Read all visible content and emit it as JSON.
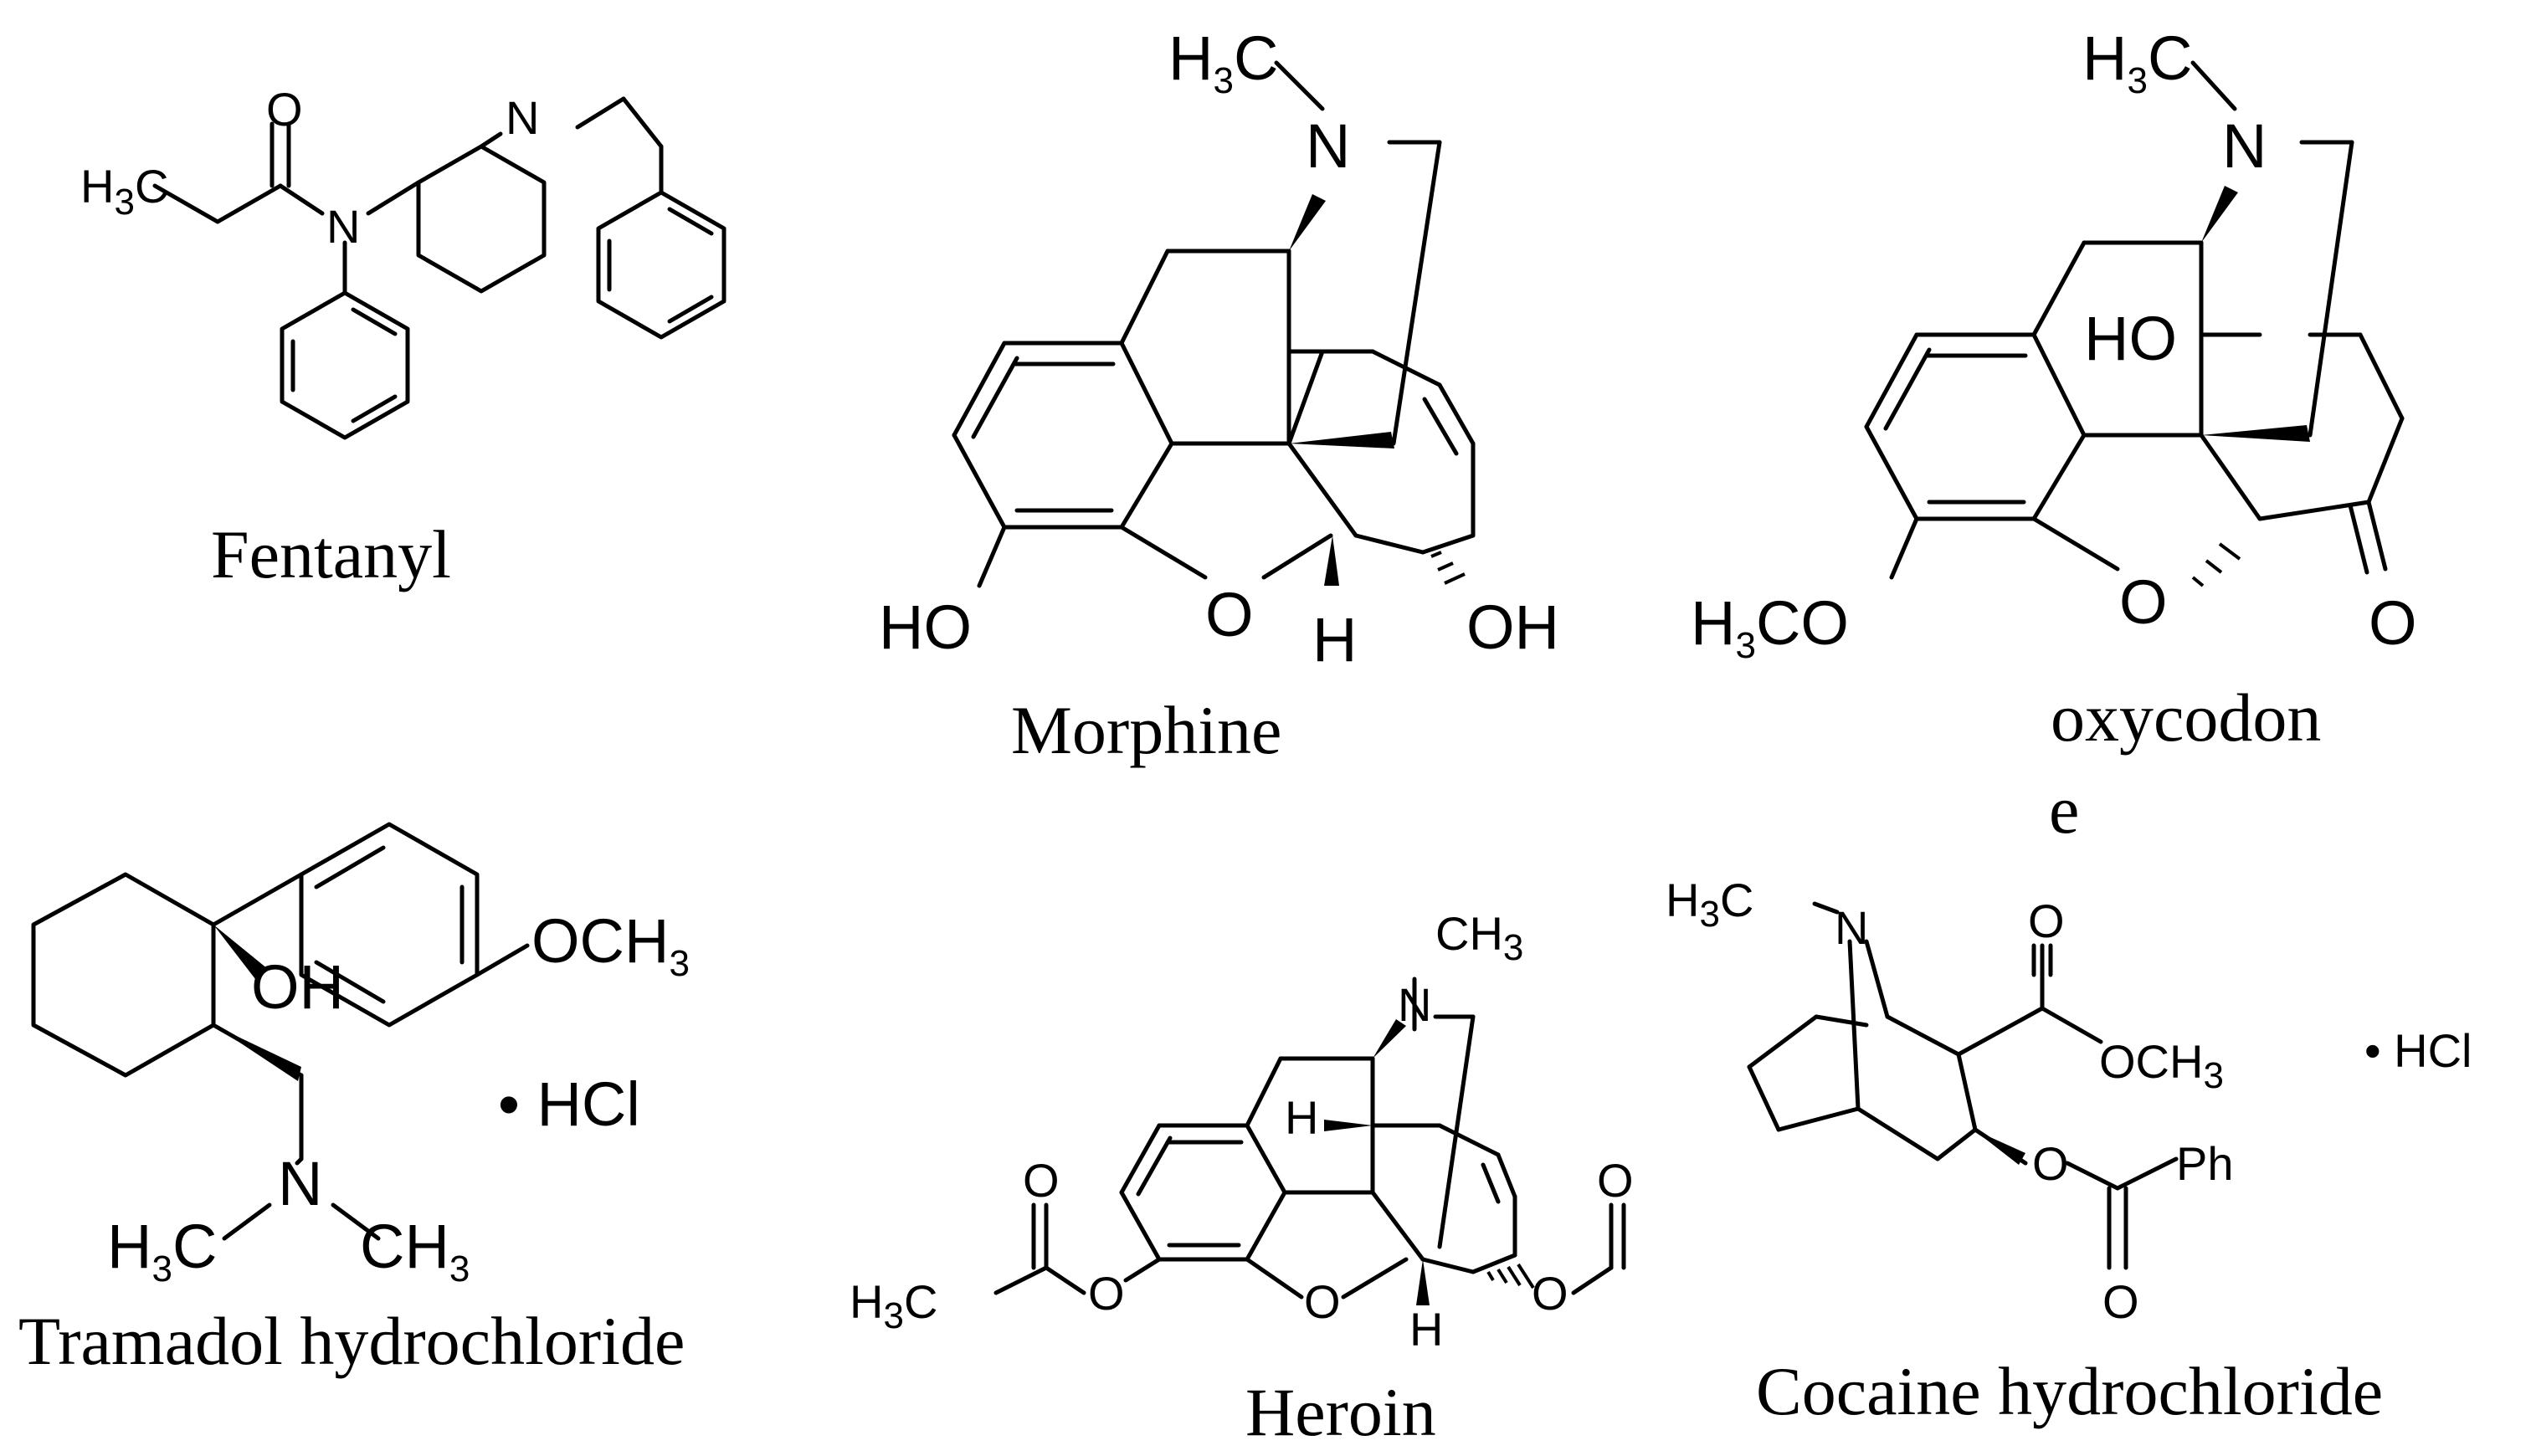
{
  "captions": {
    "fentanyl": "Fentanyl",
    "morphine": "Morphine",
    "oxycodone_line1": "oxycodon",
    "oxycodone_line2": "e",
    "tramadol": "Tramadol hydrochloride",
    "heroin": "Heroin",
    "cocaine": "Cocaine hydrochloride"
  },
  "atoms": {
    "fentanyl": {
      "h3c": "H",
      "h3c_sub": "3",
      "h3c_c": "C",
      "o": "O",
      "n_amide": "N",
      "n_ring": "N"
    },
    "morphine": {
      "h3c": "H",
      "h3c_sub": "3",
      "h3c_c": "C",
      "n": "N",
      "ho": "HO",
      "o": "O",
      "h": "H",
      "oh": "OH"
    },
    "oxycodone": {
      "h3c": "H",
      "h3c_sub": "3",
      "h3c_c": "C",
      "n": "N",
      "ho": "HO",
      "h3co": "H",
      "h3co_sub": "3",
      "h3co_co": "CO",
      "o_ring": "O",
      "o_keto": "O"
    },
    "tramadol": {
      "och3": "OCH",
      "och3_sub": "3",
      "oh": "OH",
      "hcl": "• HCl",
      "n": "N",
      "h3c": "H",
      "h3c_sub": "3",
      "h3c_c": "C",
      "ch3": "CH",
      "ch3_sub": "3"
    },
    "heroin": {
      "ch3": "CH",
      "ch3_sub": "3",
      "n": "N",
      "h_upper": "H",
      "o_carb_left": "O",
      "h3c": "H",
      "h3c_sub": "3",
      "h3c_c": "C",
      "o_ester_left": "O",
      "o_ring": "O",
      "h_lower": "H",
      "o_ester_right": "O",
      "o_carb_right": "O"
    },
    "cocaine": {
      "h3c": "H",
      "h3c_sub": "3",
      "h3c_c": "C",
      "n": "N",
      "o_top": "O",
      "och3": "OCH",
      "och3_sub": "3",
      "hcl": "• HCl",
      "o_ester": "O",
      "ph": "Ph",
      "o_bottom": "O"
    }
  }
}
